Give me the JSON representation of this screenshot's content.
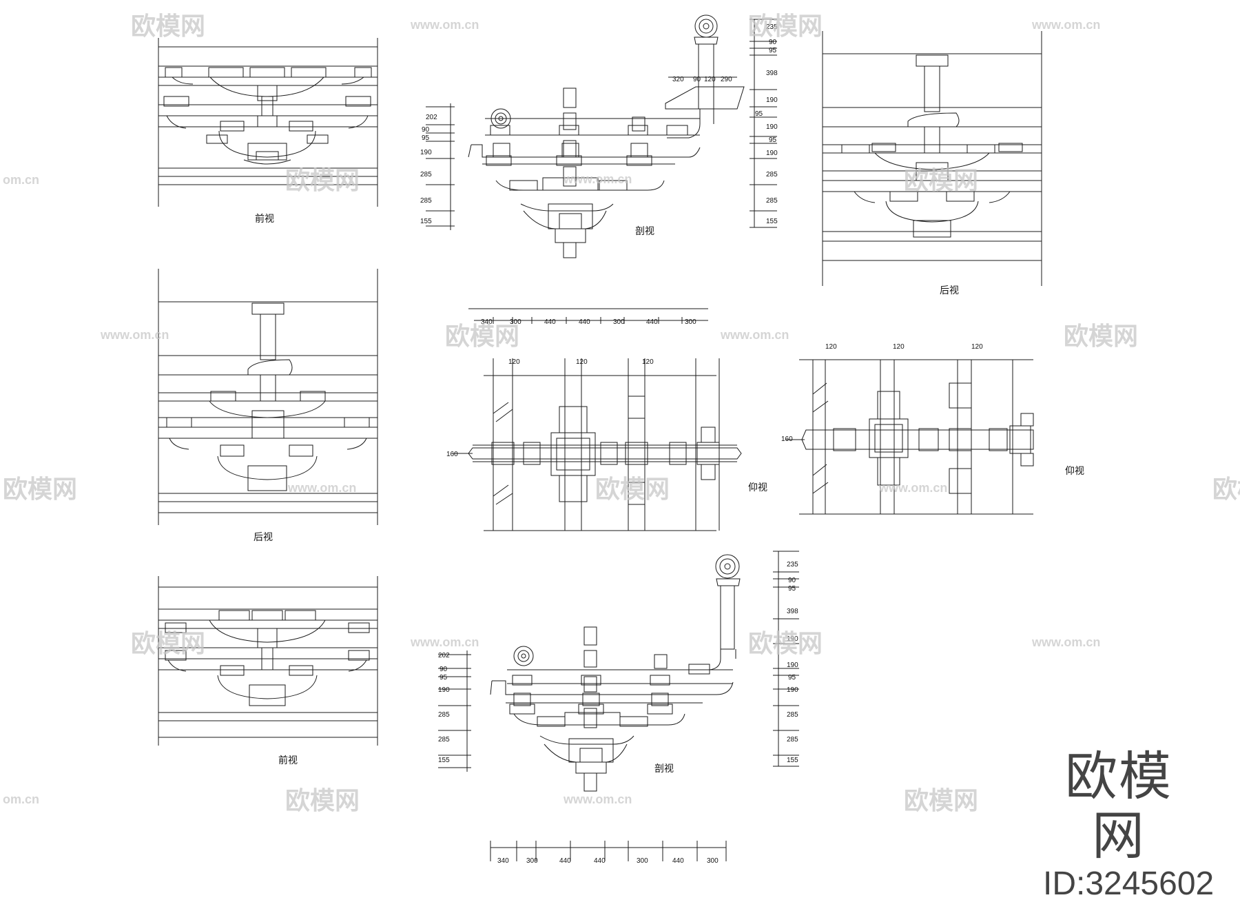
{
  "views": {
    "front_top": "前视",
    "section_top": "剖视",
    "rear_top_right": "后视",
    "rear_middle": "后视",
    "bottom_view_1": "仰视",
    "bottom_view_2": "仰视",
    "front_bottom": "前视",
    "section_bottom": "剖视"
  },
  "section_dims_left": [
    "202",
    "90",
    "95",
    "190",
    "285",
    "285",
    "155"
  ],
  "section_dims_right": [
    "235",
    "90",
    "95",
    "398",
    "190",
    "190",
    "95",
    "190",
    "285",
    "285",
    "155"
  ],
  "section_top_offsets": [
    "320",
    "90",
    "120",
    "290"
  ],
  "section_side_dim": "95",
  "plan_dims": [
    "340",
    "300",
    "440",
    "440",
    "300",
    "440",
    "300"
  ],
  "member_width": "120",
  "beam_width": "160",
  "watermark": {
    "brand": "欧模网",
    "url": "www.om.cn",
    "url_fragment": "om.cn"
  },
  "brand_logo": "欧模网",
  "brand_id": "ID:3245602",
  "colors": {
    "line": "#1a1a1a",
    "watermark": "#c8c8c8",
    "paper": "#ffffff"
  }
}
